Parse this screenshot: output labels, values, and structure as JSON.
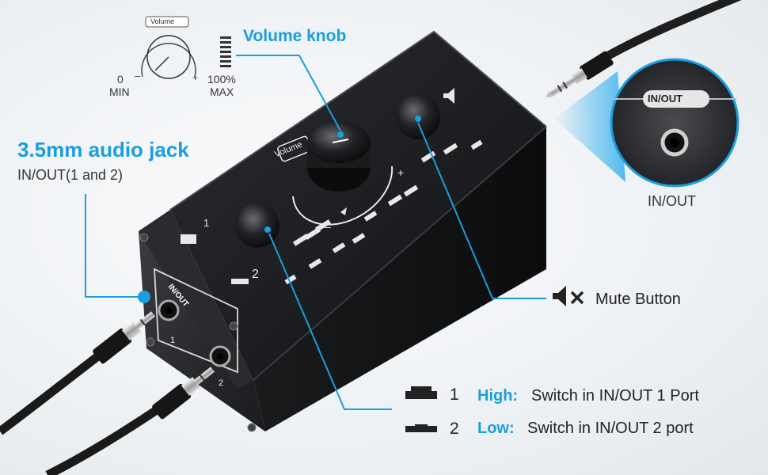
{
  "scale": {
    "label": "Volume",
    "min_value": "0",
    "min_label": "MIN",
    "max_value": "100%",
    "max_label": "MAX",
    "minus": "–",
    "plus": "+"
  },
  "callouts": {
    "volume_knob": "Volume knob",
    "jack_title": "3.5mm audio jack",
    "jack_sub": "IN/OUT(1 and 2)",
    "zoom_label": "IN/OUT",
    "zoom_caption": "IN/OUT",
    "mute": "Mute Button"
  },
  "device": {
    "volume_print": "Volume",
    "port_label": "IN/OUT",
    "port1": "1",
    "port2": "2",
    "sw1": "1",
    "sw2": "2",
    "minus": "–",
    "plus": "+"
  },
  "legend": [
    {
      "num": "1",
      "key": "High:",
      "desc": "Switch in IN/OUT 1 Port"
    },
    {
      "num": "2",
      "key": "Low:",
      "desc": "Switch in IN/OUT 2 port"
    }
  ],
  "colors": {
    "accent": "#1a9ee0",
    "device_body": "#1b1c1e",
    "background": "#eef1f4"
  }
}
